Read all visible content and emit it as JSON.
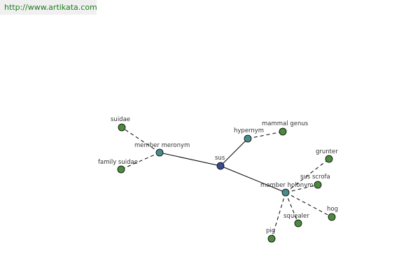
{
  "source": {
    "url_text": "http://www.artikata.com"
  },
  "colors": {
    "center": "#3c4a8f",
    "relation": "#4a8a8a",
    "leaf": "#4c8a3c"
  },
  "graph": {
    "center": {
      "id": "sus",
      "label": "sus"
    },
    "relations": [
      {
        "id": "member-meronym",
        "label": "member meronym",
        "targets": [
          {
            "id": "suidae",
            "label": "suidae"
          },
          {
            "id": "family-suidae",
            "label": "family suidae"
          }
        ]
      },
      {
        "id": "hypernym",
        "label": "hypernym",
        "targets": [
          {
            "id": "mammal-genus",
            "label": "mammal genus"
          }
        ]
      },
      {
        "id": "member-holonym",
        "label": "member holonym",
        "targets": [
          {
            "id": "grunter",
            "label": "grunter"
          },
          {
            "id": "sus-scrofa",
            "label": "sus scrofa"
          },
          {
            "id": "hog",
            "label": "hog"
          },
          {
            "id": "squealer",
            "label": "squealer"
          },
          {
            "id": "pig",
            "label": "pig"
          }
        ]
      }
    ]
  }
}
